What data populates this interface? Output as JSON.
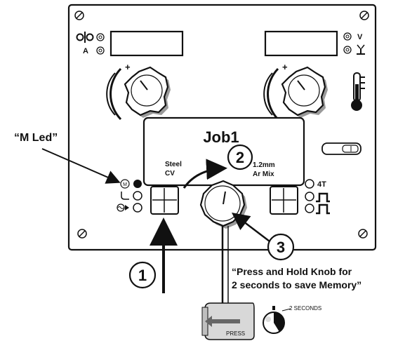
{
  "panel": {
    "left_units": "A",
    "right_units": "V",
    "display": {
      "title": "Job1",
      "material": [
        "Steel",
        "CV"
      ],
      "wire": [
        "1.2mm",
        "Ar Mix"
      ]
    },
    "trigger_mode_label": "4T",
    "memory_led_letter": "M"
  },
  "annotations": {
    "m_led_label": "“M Led”",
    "step_numbers": [
      "1",
      "2",
      "3"
    ],
    "instruction_line1": "“Press and Hold Knob for",
    "instruction_line2": "2 seconds to save Memory”",
    "press_label": "PRESS",
    "timer_label": "2 SECONDS"
  },
  "colors": {
    "ink": "#111111",
    "panel_fill": "#ffffff",
    "shadow": "#9a9a9a"
  }
}
